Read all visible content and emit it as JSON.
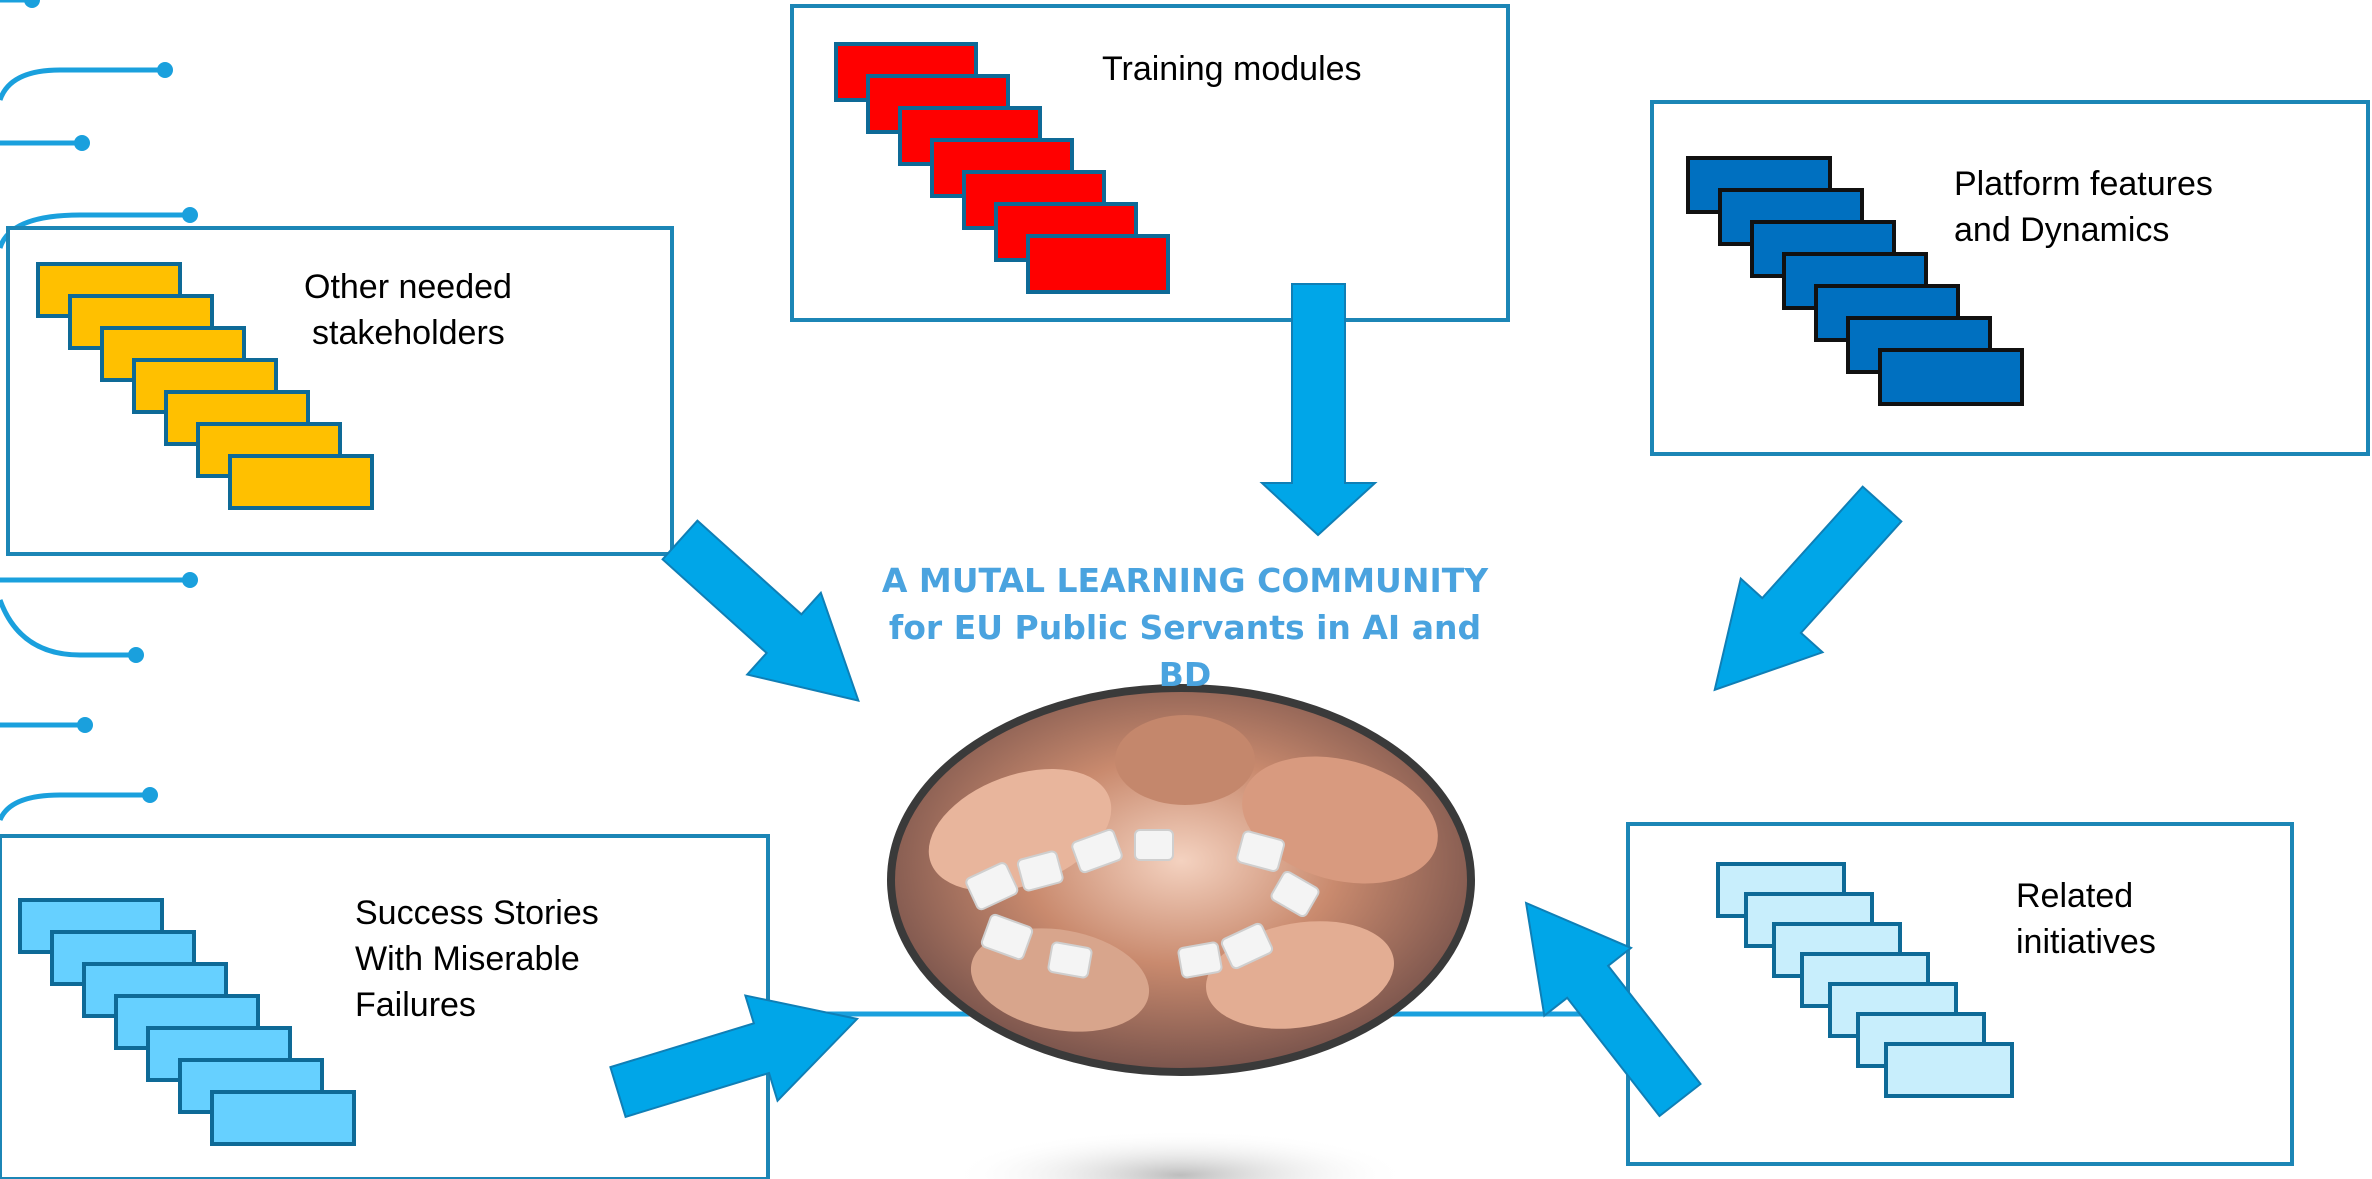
{
  "center": {
    "title_line1": "A MUTAL LEARNING COMMUNITY",
    "title_line2": "for EU Public Servants in AI and BD",
    "image": "hands-assembling-puzzle-pieces"
  },
  "boxes": {
    "training": {
      "line1": "Training modules",
      "color": "#ff0000"
    },
    "stakeholders": {
      "line1": "Other needed",
      "line2": "stakeholders",
      "color": "#ffc000"
    },
    "platform": {
      "line1": "Platform features",
      "line2": "and Dynamics",
      "color": "#0070c0"
    },
    "stories": {
      "line1": "Success Stories",
      "line2": "With Miserable",
      "line3": "Failures",
      "color": "#66d0ff"
    },
    "initiatives": {
      "line1": "Related",
      "line2": "initiatives",
      "color": "#c8eefc"
    }
  },
  "colors": {
    "border": "#1c86b6",
    "arrow": "#00a6e8",
    "circuit": "#1aa0dd",
    "title": "#4aa3df"
  }
}
